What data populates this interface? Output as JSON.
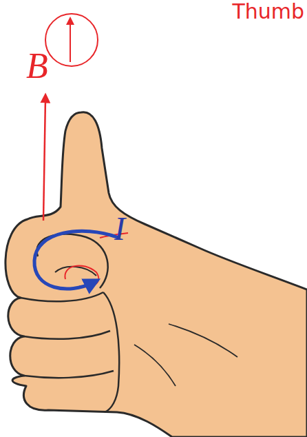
{
  "diagram": {
    "labels": [
      "Thumb",
      "B",
      "I"
    ]
  }
}
